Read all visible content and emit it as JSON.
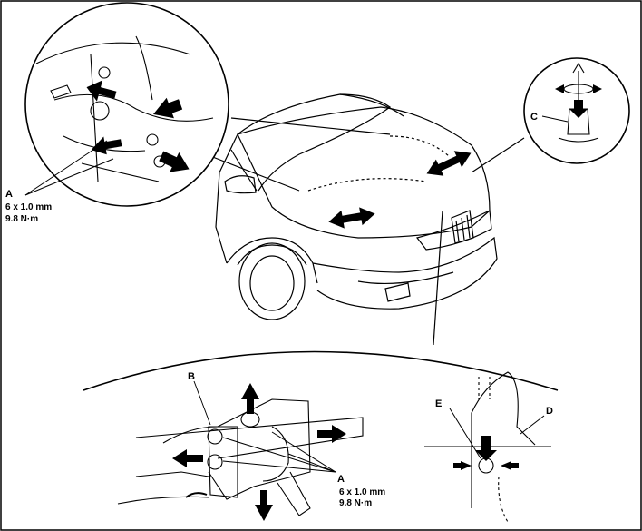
{
  "callouts": {
    "A": "A",
    "B": "B",
    "C": "C",
    "D": "D",
    "E": "E"
  },
  "specs": {
    "top_left_size": "6 x 1.0 mm",
    "top_left_torque": "9.8 N·m",
    "bottom_size": "6 x 1.0 mm",
    "bottom_torque": "9.8 N·m"
  },
  "colors": {
    "line": "#000000",
    "background": "#ffffff"
  }
}
